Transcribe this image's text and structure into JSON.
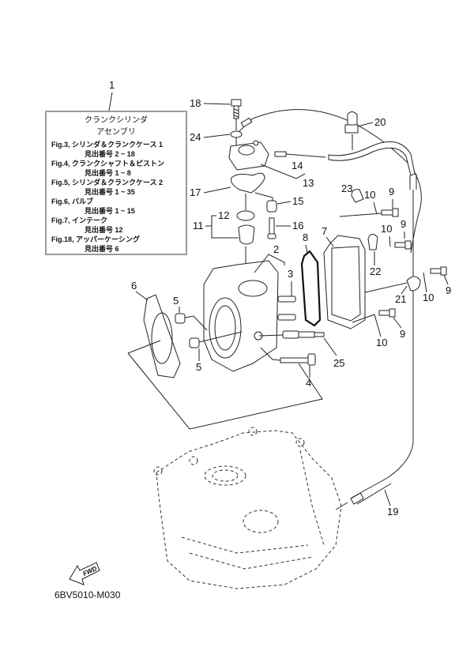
{
  "diagram": {
    "code": "6BV5010-M030",
    "fwd_label": "FWD",
    "info_box": {
      "ref_number": "1",
      "title_line1": "クランクシリンダ",
      "title_line2": "アセンブリ",
      "references": [
        {
          "fig": "Fig.3, シリンダ＆クランクケース 1",
          "items": "見出番号 2 ~ 18"
        },
        {
          "fig": "Fig.4, クランクシャフト＆ピストン",
          "items": "見出番号 1 ~ 8"
        },
        {
          "fig": "Fig.5, シリンダ＆クランクケース 2",
          "items": "見出番号 1 ~ 35"
        },
        {
          "fig": "Fig.6, バルブ",
          "items": "見出番号 1 ~ 15"
        },
        {
          "fig": "Fig.7, インテーク",
          "items": "見出番号 12"
        },
        {
          "fig": "Fig.18, アッパーケーシング",
          "items": "見出番号 6"
        }
      ]
    },
    "callouts": {
      "c2": "2",
      "c3": "3",
      "c4": "4",
      "c5a": "5",
      "c5b": "5",
      "c6": "6",
      "c7": "7",
      "c8": "8",
      "c9a": "9",
      "c9b": "9",
      "c9c": "9",
      "c9d": "9",
      "c10a": "10",
      "c10b": "10",
      "c10c": "10",
      "c10d": "10",
      "c11": "11",
      "c12": "12",
      "c13": "13",
      "c14": "14",
      "c15": "15",
      "c16": "16",
      "c17": "17",
      "c18": "18",
      "c19": "19",
      "c20": "20",
      "c21": "21",
      "c22": "22",
      "c23": "23",
      "c24": "24",
      "c25": "25"
    }
  }
}
